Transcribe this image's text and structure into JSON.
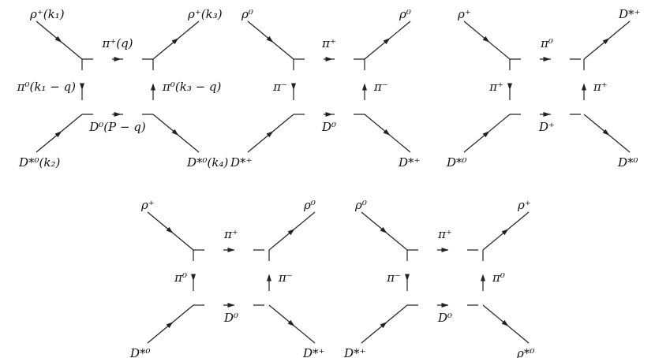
{
  "colors": {
    "ink": "#222222",
    "background": "#ffffff"
  },
  "diagrams": [
    {
      "labels": {
        "top_left": "ρ⁺(k₁)",
        "top_right": "ρ⁺(k₃)",
        "bottom_left": "D*⁰(k₂)",
        "bottom_right": "D*⁰(k₄)",
        "top_prop": "π⁺(q)",
        "left_prop": "π⁰(k₁ − q)",
        "right_prop": "π⁰(k₃ − q)",
        "bottom_prop": "D⁰(P − q)"
      }
    },
    {
      "labels": {
        "top_left": "ρ⁰",
        "top_right": "ρ⁰",
        "bottom_left": "D*⁺",
        "bottom_right": "D*⁺",
        "top_prop": "π⁺",
        "left_prop": "π⁻",
        "right_prop": "π⁻",
        "bottom_prop": "D⁰"
      }
    },
    {
      "labels": {
        "top_left": "ρ⁺",
        "top_right": "D*⁺",
        "bottom_left": "D*⁰",
        "bottom_right": "D*⁰",
        "top_prop": "π⁰",
        "left_prop": "π⁺",
        "right_prop": "π⁺",
        "bottom_prop": "D⁺"
      }
    },
    {
      "labels": {
        "top_left": "ρ⁺",
        "top_right": "ρ⁰",
        "bottom_left": "D*⁰",
        "bottom_right": "D*⁺",
        "top_prop": "π⁺",
        "left_prop": "π⁰",
        "right_prop": "π⁻",
        "bottom_prop": "D⁰"
      }
    },
    {
      "labels": {
        "top_left": "ρ⁰",
        "top_right": "ρ⁺",
        "bottom_left": "D*⁺",
        "bottom_right": "ρ*⁰",
        "top_prop": "π⁺",
        "left_prop": "π⁻",
        "right_prop": "π⁰",
        "bottom_prop": "D⁰"
      }
    }
  ]
}
